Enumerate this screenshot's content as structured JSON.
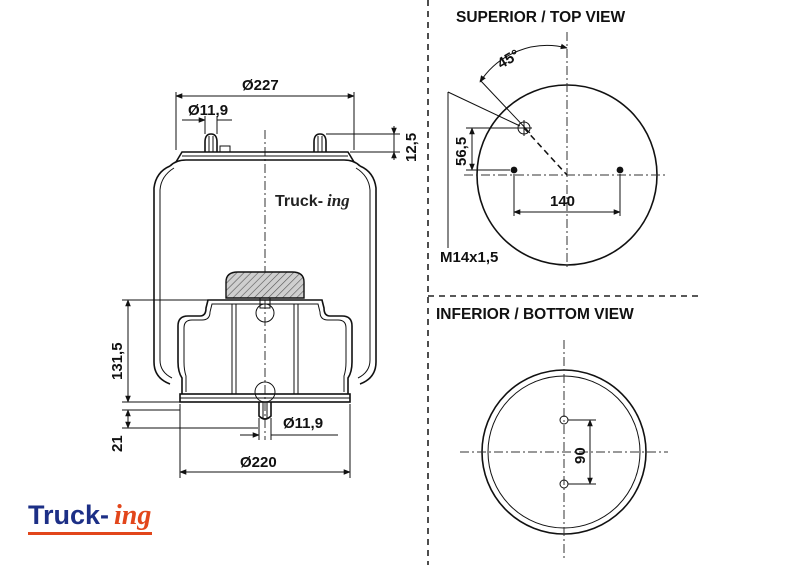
{
  "headers": {
    "top_view": "SUPERIOR / TOP VIEW",
    "bottom_view": "INFERIOR / BOTTOM VIEW"
  },
  "side_view": {
    "dim_top_diameter": "Ø227",
    "dim_top_bolt": "Ø11,9",
    "dim_stud_height": "12,5",
    "dim_height": "131,5",
    "dim_base_height": "21",
    "dim_bottom_bolt": "Ø11,9",
    "dim_bottom_diameter": "Ø220",
    "body_brand_main": "Truck-",
    "body_brand_suffix": "ing"
  },
  "top_view": {
    "angle": "45°",
    "offset": "56,5",
    "spacing": "140",
    "thread": "M14x1,5"
  },
  "bottom_view": {
    "spacing": "90"
  },
  "logo": {
    "main": "Truck-",
    "suffix": "ing",
    "main_color": "#1c2f86",
    "suffix_color": "#e2461b"
  }
}
